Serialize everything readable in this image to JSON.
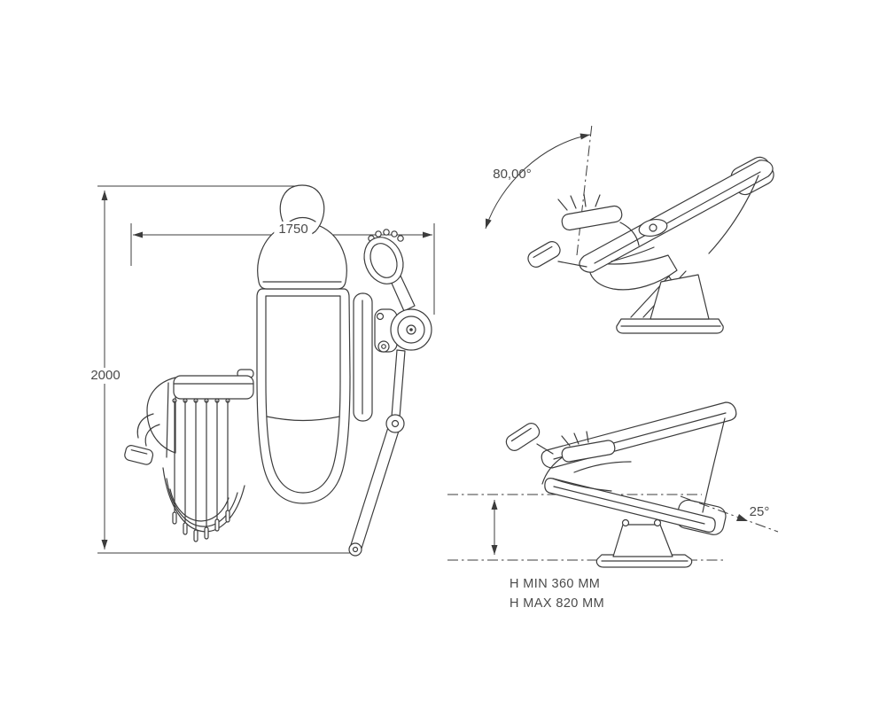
{
  "colors": {
    "background": "#ffffff",
    "line": "#3c3c3c",
    "text": "#4a4a4a"
  },
  "plan_view": {
    "width_dimension": "1750",
    "length_dimension": "2000"
  },
  "recline_view": {
    "backrest_angle": "80,00°"
  },
  "height_view": {
    "tilt_angle": "25°",
    "height_min": "H MIN 360 MM",
    "height_max": "H MAX 820 MM"
  }
}
